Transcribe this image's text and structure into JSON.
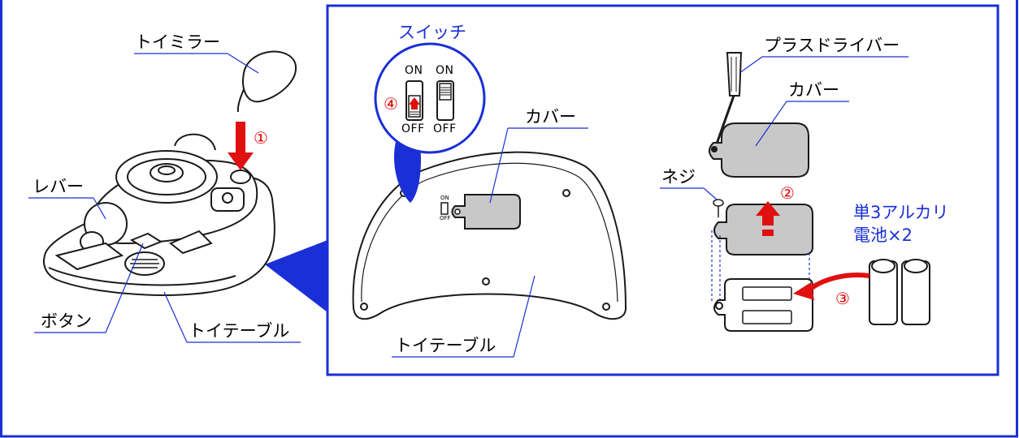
{
  "labels": {
    "toy_mirror": "トイミラー",
    "lever": "レバー",
    "button": "ボタン",
    "toy_table_left": "トイテーブル",
    "switch_title": "スイッチ",
    "on_1": "ON",
    "on_2": "ON",
    "off_1": "OFF",
    "off_2": "OFF",
    "cover_mid": "カバー",
    "toy_table_bottom": "トイテーブル",
    "screwdriver": "プラスドライバー",
    "cover_right": "カバー",
    "screw": "ネジ",
    "battery_line1": "単3アルカリ",
    "battery_line2": "電池×2",
    "mini_on": "ON",
    "mini_off": "OFF"
  },
  "steps": {
    "step1": "①",
    "step2": "②",
    "step3": "③",
    "step4": "④"
  },
  "colors": {
    "frame_blue": "#1a2fd6",
    "arrow_red": "#e01010",
    "cover_gray": "#c8c8c8",
    "outline": "#1a1a1a"
  }
}
